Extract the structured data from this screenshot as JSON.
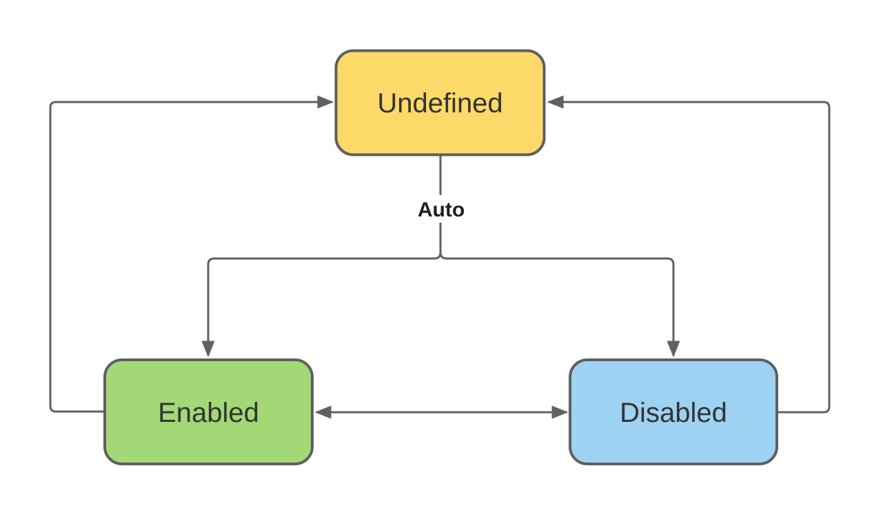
{
  "diagram": {
    "type": "state-diagram",
    "background_color": "#ffffff",
    "line_color": "#616161",
    "text_color": "#333333",
    "nodes": [
      {
        "id": "undefined",
        "label": "Undefined",
        "fill": "#FDD968",
        "stroke": "#5F5F5F"
      },
      {
        "id": "enabled",
        "label": "Enabled",
        "fill": "#A2D876",
        "stroke": "#5F5F5F"
      },
      {
        "id": "disabled",
        "label": "Disabled",
        "fill": "#9DD2F2",
        "stroke": "#5F5F5F"
      }
    ],
    "edge_label": {
      "text": "Auto",
      "color": "#1f1f1f"
    },
    "edges": [
      {
        "from": "Undefined",
        "to": "Enabled",
        "label": "Auto"
      },
      {
        "from": "Undefined",
        "to": "Disabled",
        "label": "Auto"
      },
      {
        "from": "Enabled",
        "to": "Disabled",
        "bidirectional": true
      },
      {
        "from": "Enabled",
        "to": "Undefined"
      },
      {
        "from": "Disabled",
        "to": "Undefined"
      }
    ]
  }
}
